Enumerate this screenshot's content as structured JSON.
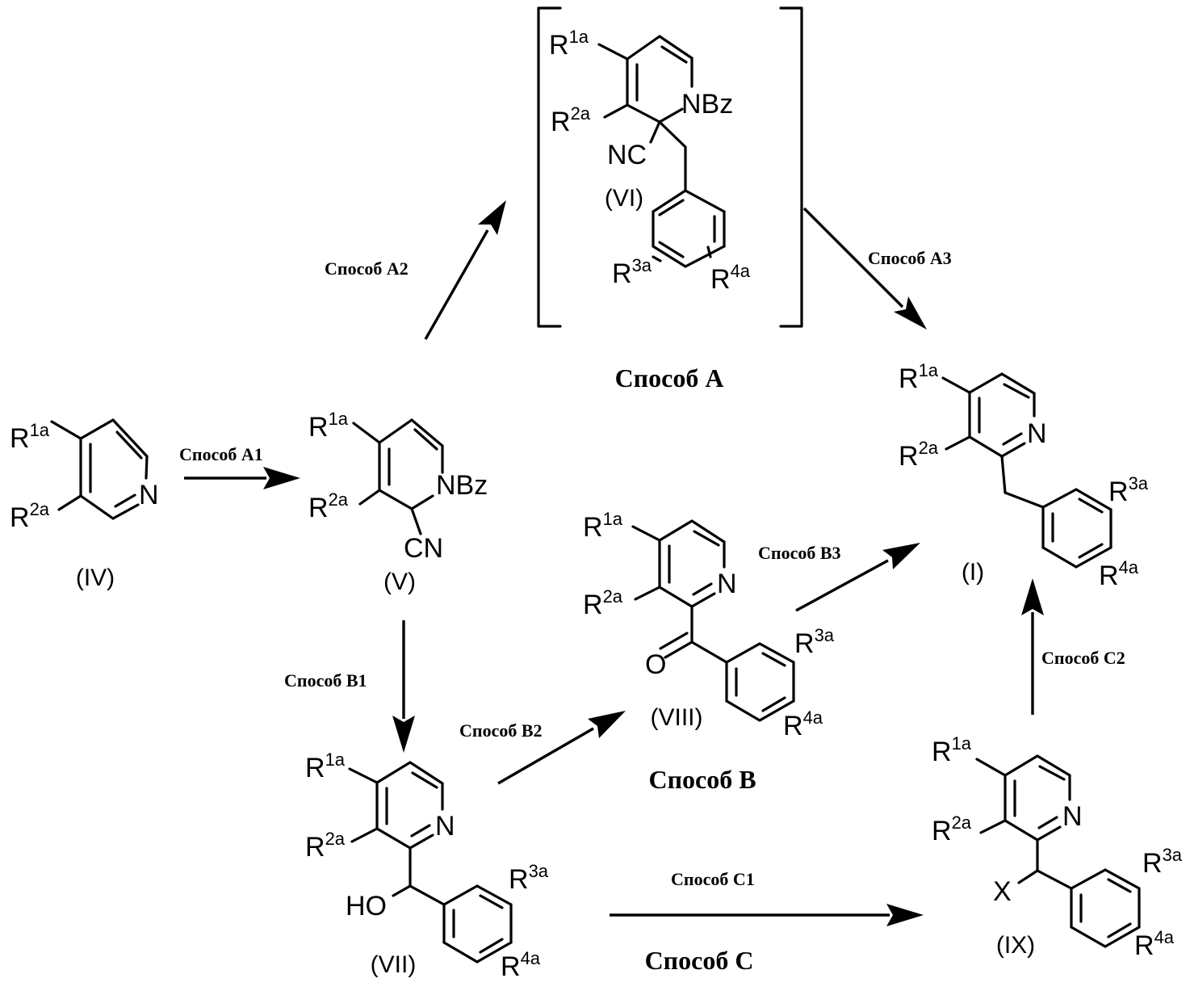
{
  "scheme": {
    "routes": {
      "a": "Способ A",
      "b": "Способ B",
      "c": "Способ C"
    },
    "steps": {
      "a1": "Способ A1",
      "a2": "Способ A2",
      "a3": "Способ A3",
      "b1": "Способ B1",
      "b2": "Способ B2",
      "b3": "Способ B3",
      "c1": "Способ C1",
      "c2": "Способ C2"
    },
    "compound_ids": {
      "iv": "(IV)",
      "v": "(V)",
      "vi": "(VI)",
      "vii": "(VII)",
      "viii": "(VIII)",
      "ix": "(IX)",
      "i": "(I)"
    },
    "groups": {
      "r_letter": "R",
      "r1_sup": "1a",
      "r2_sup": "2a",
      "r3_sup": "3a",
      "r4_sup": "4a",
      "n": "N",
      "nbz": "NBz",
      "cn": "CN",
      "nc": "NC",
      "oh": "HO",
      "o": "O",
      "x": "X"
    }
  },
  "colors": {
    "ink": "#000000",
    "paper": "#ffffff"
  }
}
